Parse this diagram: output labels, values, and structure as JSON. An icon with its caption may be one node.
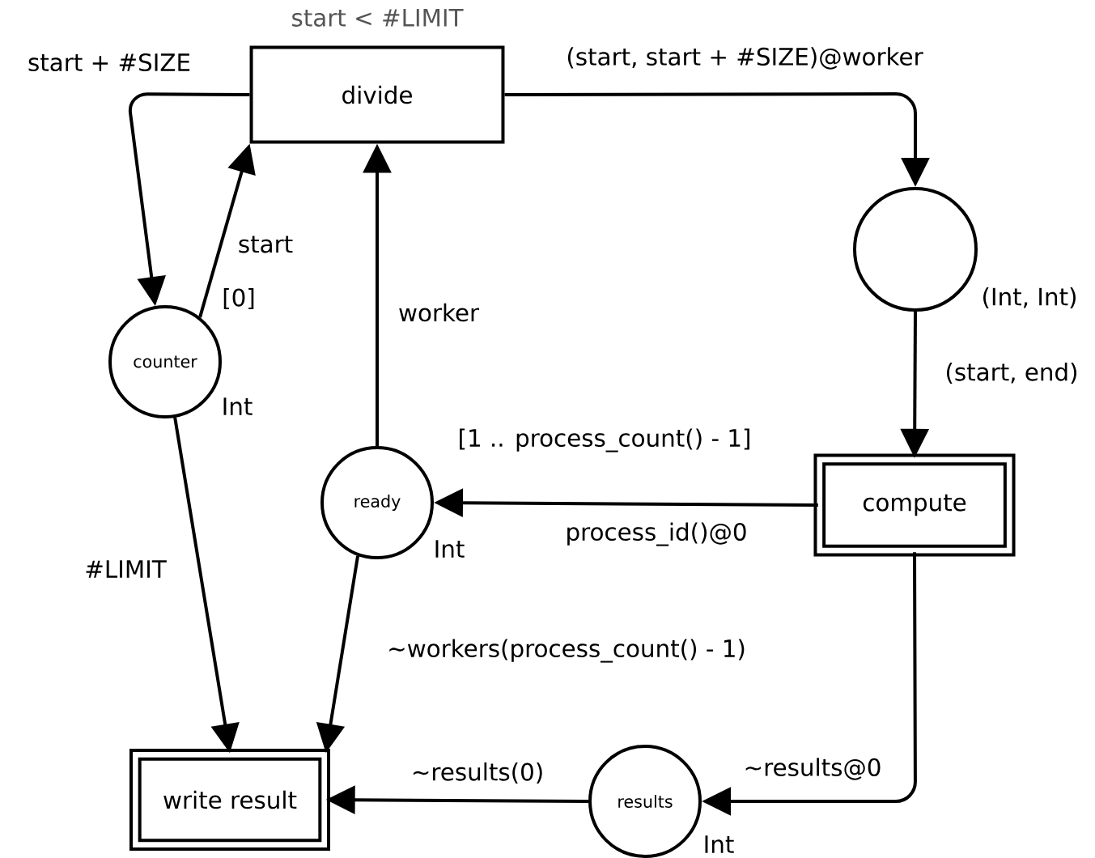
{
  "diagram": {
    "nodes": [
      {
        "text": [
          "divide"
        ],
        "beside": [
          "start < #LIMIT"
        ]
      },
      {
        "text": [
          "counter"
        ],
        "beside": [
          "[0]",
          "Int"
        ]
      },
      {
        "text": [
          "ready"
        ],
        "beside": [
          "[1 .. process_count() - 1]",
          "Int"
        ]
      },
      {
        "text": [],
        "shape": "circle",
        "beside": [
          "(Int, Int)"
        ]
      },
      {
        "text": [
          "compute"
        ]
      },
      {
        "text": [
          "results"
        ],
        "beside": [
          "Int"
        ]
      },
      {
        "text": [
          "write result"
        ]
      }
    ],
    "edges": [
      {
        "from": 0,
        "to": 1,
        "arrow": "to",
        "label": "start + #SIZE"
      },
      {
        "from": 1,
        "to": 0,
        "arrow": "to",
        "label": "start"
      },
      {
        "from": 2,
        "to": 0,
        "arrow": "to",
        "label": "worker"
      },
      {
        "from": 0,
        "to": 3,
        "arrow": "to",
        "label": "(start, start + #SIZE)@worker"
      },
      {
        "from": 3,
        "to": 4,
        "arrow": "to",
        "label": "(start, end)"
      },
      {
        "from": 4,
        "to": 2,
        "arrow": "to",
        "label": "process_id()@0"
      },
      {
        "from": 4,
        "to": 5,
        "arrow": "to",
        "label": "~results@0"
      },
      {
        "from": 5,
        "to": 6,
        "arrow": "to",
        "label": "~results(0)"
      },
      {
        "from": 1,
        "to": 6,
        "arrow": "to",
        "label": "#LIMIT"
      },
      {
        "from": 2,
        "to": 6,
        "arrow": "to",
        "label": "~workers(process_count() - 1)"
      }
    ]
  }
}
